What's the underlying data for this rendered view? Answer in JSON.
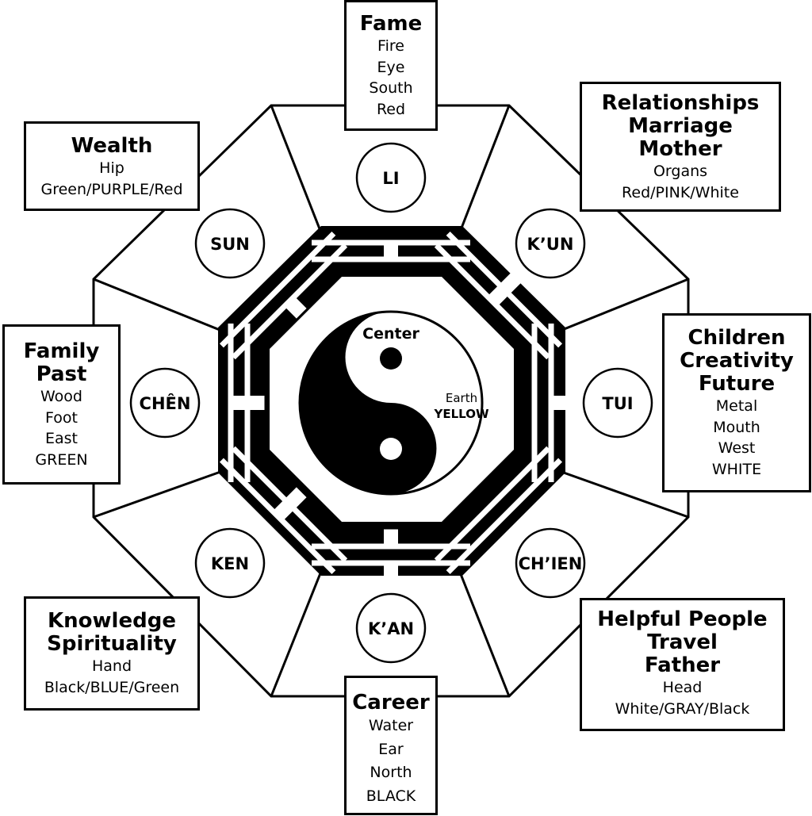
{
  "center": {
    "title": "Center",
    "element": "Earth",
    "color": "YELLOW"
  },
  "trigrams": {
    "li": "LI",
    "kun": "K’UN",
    "tui": "TUI",
    "chien": "CH’IEN",
    "kan": "K’AN",
    "ken": "KEN",
    "chen": "CHÊN",
    "sun": "SUN"
  },
  "areas": {
    "fame": {
      "title": "Fame",
      "lines": [
        "Fire",
        "Eye",
        "South",
        "Red"
      ]
    },
    "relationships": {
      "title": [
        "Relationships",
        "Marriage",
        "Mother"
      ],
      "lines": [
        "Organs",
        "Red/PINK/White"
      ]
    },
    "children": {
      "title": [
        "Children",
        "Creativity",
        "Future"
      ],
      "lines": [
        "Metal",
        "Mouth",
        "West",
        "WHITE"
      ]
    },
    "helpful": {
      "title": [
        "Helpful People",
        "Travel",
        "Father"
      ],
      "lines": [
        "Head",
        "White/GRAY/Black"
      ]
    },
    "career": {
      "title": "Career",
      "lines": [
        "Water",
        "Ear",
        "North",
        "BLACK"
      ]
    },
    "knowledge": {
      "title": [
        "Knowledge",
        "Spirituality"
      ],
      "lines": [
        "Hand",
        "Black/BLUE/Green"
      ]
    },
    "family": {
      "title": [
        "Family",
        "Past"
      ],
      "lines": [
        "Wood",
        "Foot",
        "East",
        "GREEN"
      ]
    },
    "wealth": {
      "title": "Wealth",
      "lines": [
        "Hip",
        "Green/PURPLE/Red"
      ]
    }
  },
  "colors": {
    "ink": "#000000",
    "paper": "#ffffff"
  }
}
